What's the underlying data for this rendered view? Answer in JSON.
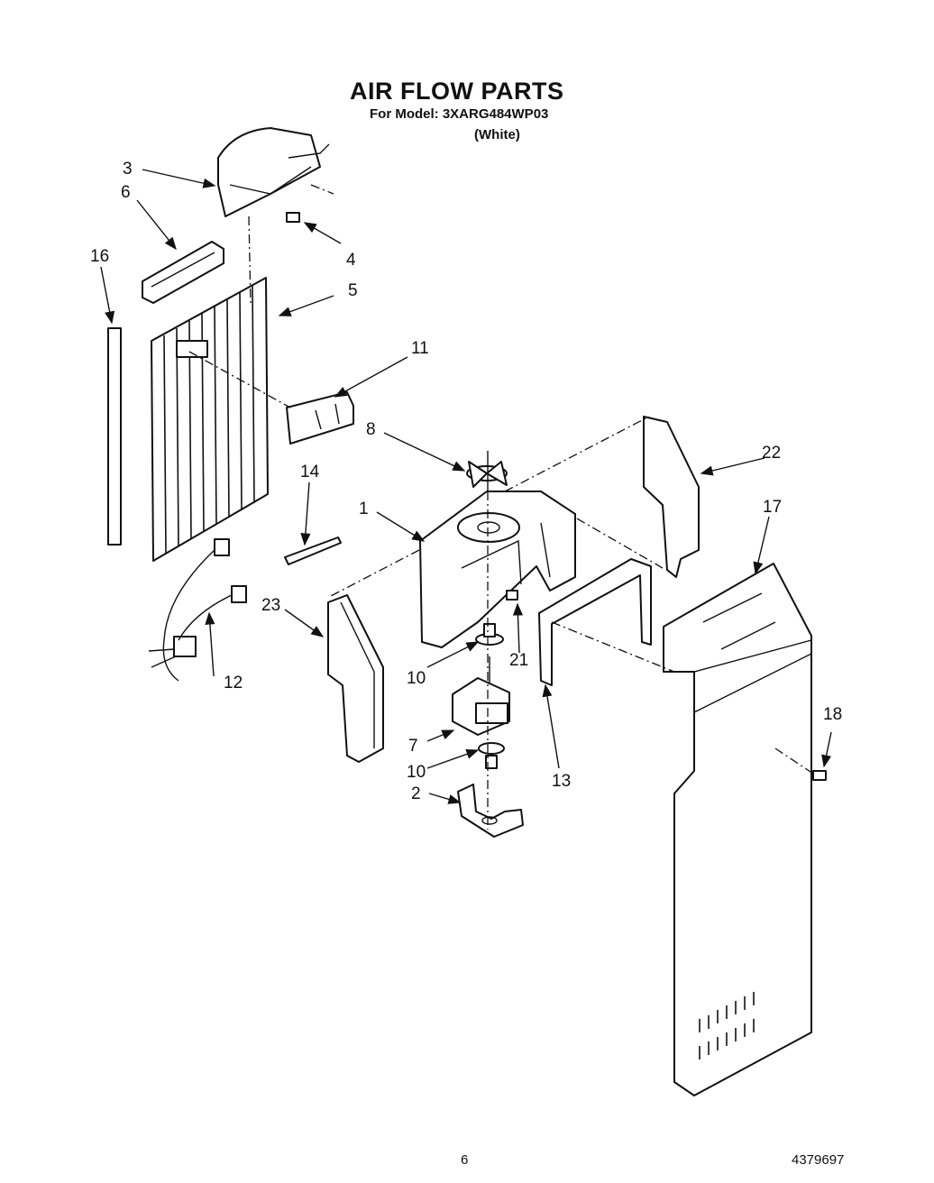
{
  "header": {
    "title": "AIR FLOW PARTS",
    "model_line": "For Model: 3XARG484WP03",
    "color_line": "(White)"
  },
  "callouts": {
    "c1": "1",
    "c2": "2",
    "c3": "3",
    "c4": "4",
    "c5": "5",
    "c6": "6",
    "c7": "7",
    "c8": "8",
    "c10a": "10",
    "c10b": "10",
    "c11": "11",
    "c12": "12",
    "c13": "13",
    "c14": "14",
    "c16": "16",
    "c17": "17",
    "c18": "18",
    "c21": "21",
    "c22": "22",
    "c23": "23"
  },
  "footer": {
    "page_number": "6",
    "document_number": "4379697"
  }
}
